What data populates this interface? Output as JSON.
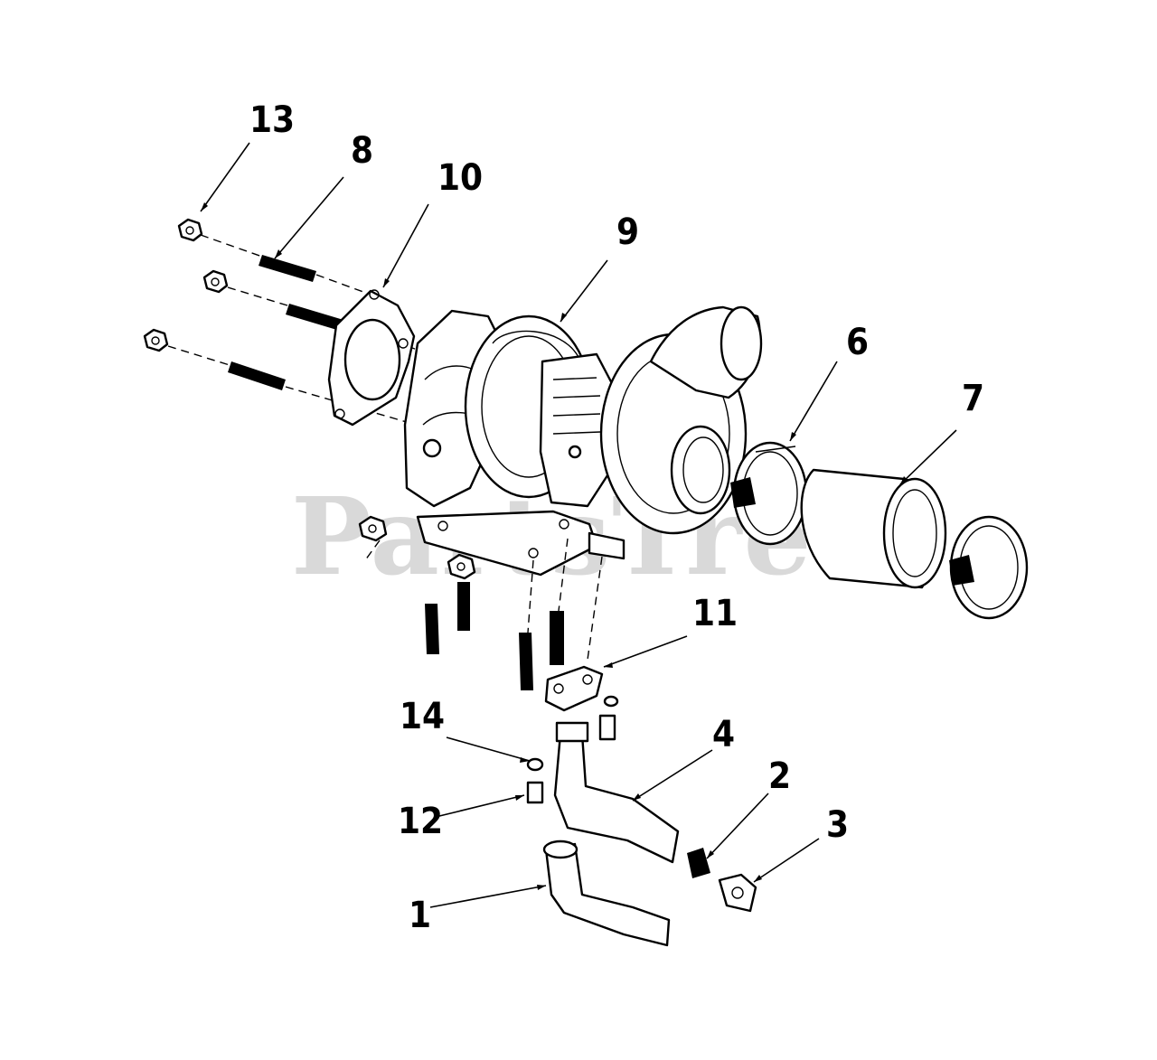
{
  "watermark": {
    "text": "PartsTree",
    "trademark": "TM"
  },
  "callouts": [
    {
      "id": "13",
      "label": "13"
    },
    {
      "id": "8",
      "label": "8"
    },
    {
      "id": "10",
      "label": "10"
    },
    {
      "id": "9",
      "label": "9"
    },
    {
      "id": "6",
      "label": "6"
    },
    {
      "id": "7",
      "label": "7"
    },
    {
      "id": "11",
      "label": "11"
    },
    {
      "id": "14",
      "label": "14"
    },
    {
      "id": "4",
      "label": "4"
    },
    {
      "id": "2",
      "label": "2"
    },
    {
      "id": "3",
      "label": "3"
    },
    {
      "id": "12",
      "label": "12"
    },
    {
      "id": "1",
      "label": "1"
    }
  ]
}
